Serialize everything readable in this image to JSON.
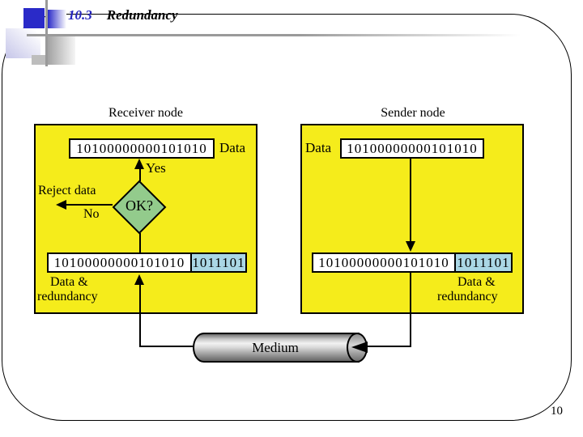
{
  "slide": {
    "title_number": "10.3",
    "title_text": "Redundancy",
    "page_number": "10"
  },
  "colors": {
    "box_yellow": "#f5ec1b",
    "redundancy_blue": "#aad7e5",
    "diamond_green": "#93cb8c",
    "title_blue": "#2424bd",
    "accent_blue": "#2a2ac8"
  },
  "diagram": {
    "receiver": {
      "node_label": "Receiver node",
      "data_value": "10100000000101010",
      "data_label": "Data",
      "yes_label": "Yes",
      "reject_label": "Reject data",
      "no_label": "No",
      "decision_label": "OK?",
      "combined_data_value": "10100000000101010",
      "redundancy_value": "1011101",
      "combined_label_line1": "Data &",
      "combined_label_line2": "redundancy"
    },
    "sender": {
      "node_label": "Sender node",
      "data_label": "Data",
      "data_value": "10100000000101010",
      "combined_data_value": "10100000000101010",
      "redundancy_value": "1011101",
      "combined_label_line1": "Data &",
      "combined_label_line2": "redundancy"
    },
    "medium_label": "Medium"
  }
}
